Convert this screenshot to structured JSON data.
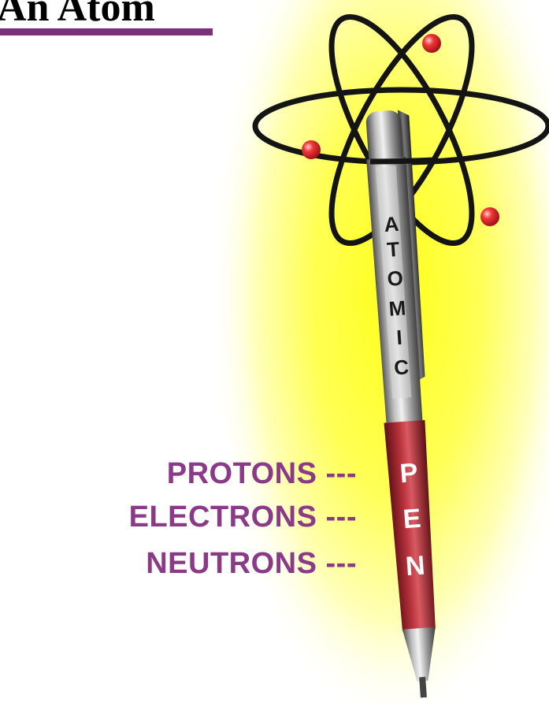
{
  "title": "An Atom",
  "labels": [
    "PROTONS",
    "ELECTRONS",
    "NEUTRONS"
  ],
  "dash": "---",
  "pen": {
    "barrel_text": [
      "A",
      "T",
      "O",
      "M",
      "I",
      "C"
    ],
    "grip_text": [
      "P",
      "E",
      "N"
    ]
  },
  "colors": {
    "accent": "#7c2f7b",
    "label": "#8a3a86",
    "glow": "#ffff33",
    "grip": "#a52430",
    "electron": "#e02a2a"
  },
  "icons": [
    "atom-orbit-icon",
    "electron-icon",
    "pen-icon"
  ]
}
